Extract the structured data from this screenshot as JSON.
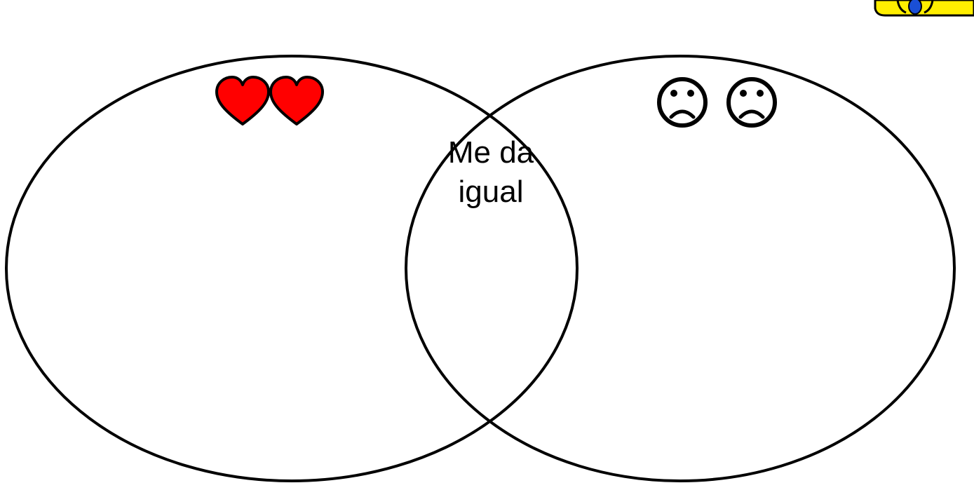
{
  "diagram": {
    "type": "venn",
    "sets": [
      {
        "id": "left",
        "symbol": "heart-icon",
        "symbol_count": 2,
        "symbol_color": "#ff0000"
      },
      {
        "id": "right",
        "symbol": "sad-face-icon",
        "symbol_count": 2,
        "symbol_color": "#000000"
      }
    ],
    "intersection": {
      "label_line1": "Me da",
      "label_line2": "igual"
    }
  },
  "colors": {
    "stroke": "#000000",
    "heart_fill": "#ff0000",
    "background": "#ffffff",
    "badge_yellow": "#ffee00",
    "badge_blue": "#1a4fd6"
  },
  "corner_badge": {
    "icon": "sticker-icon"
  }
}
